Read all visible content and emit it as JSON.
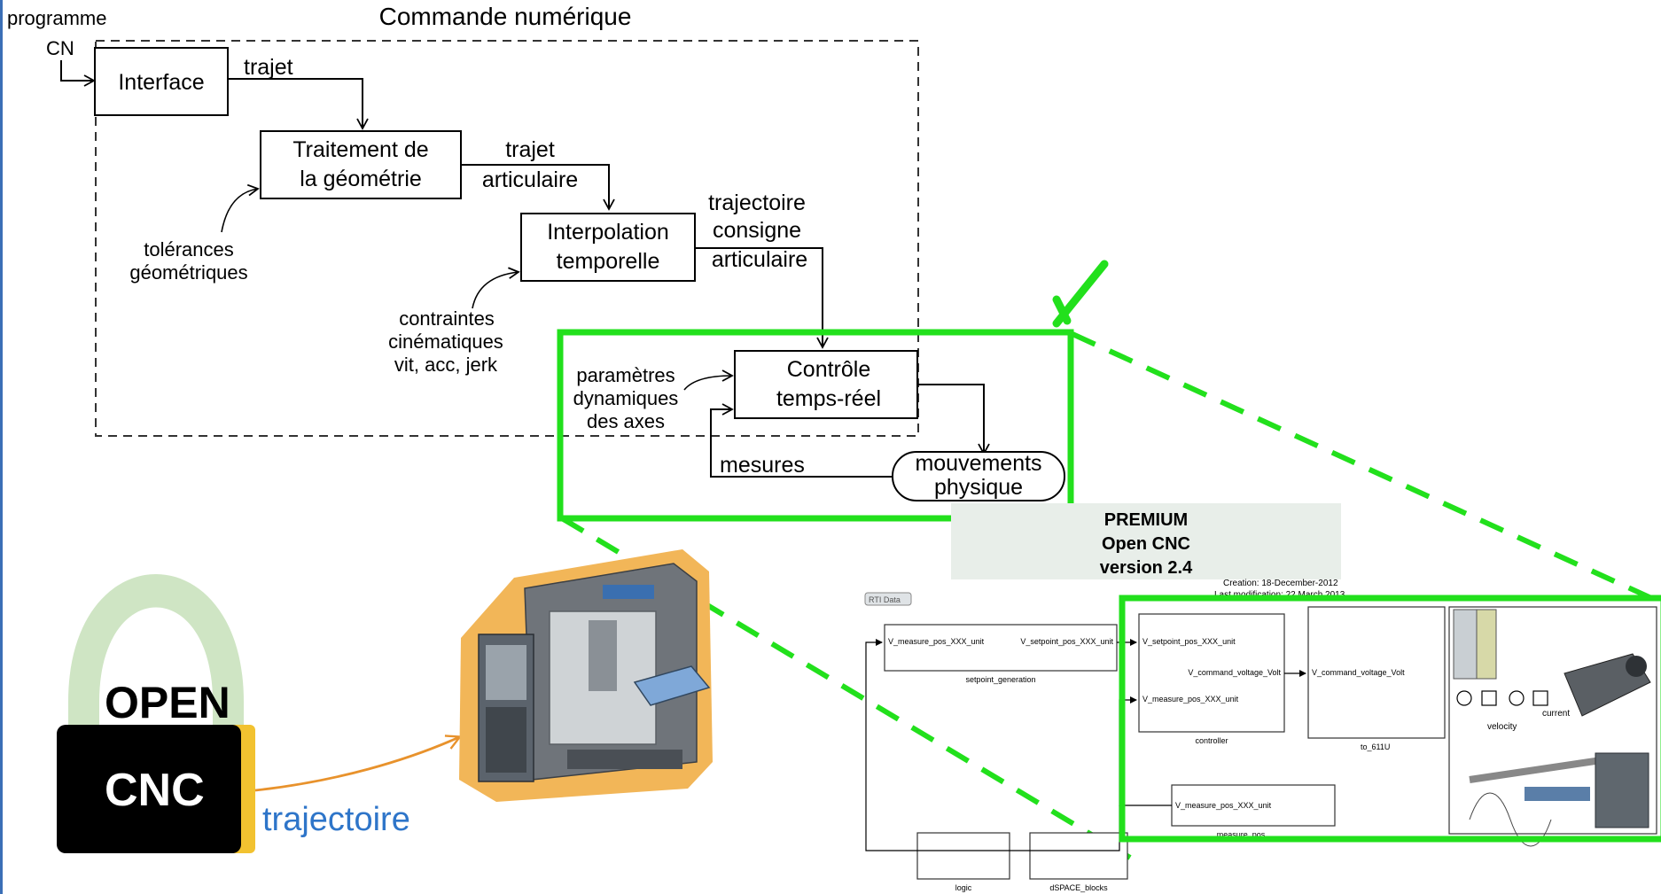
{
  "diagram": {
    "title": "Commande numérique",
    "input_label_line1": "programme",
    "input_label_line2": "CN",
    "blocks": {
      "interface": "Interface",
      "geometry_line1": "Traitement de",
      "geometry_line2": "la géométrie",
      "interp_line1": "Interpolation",
      "interp_line2": "temporelle",
      "control_line1": "Contrôle",
      "control_line2": "temps-réel",
      "motion_line1": "mouvements",
      "motion_line2": "physique"
    },
    "flows": {
      "trajet": "trajet",
      "trajet_art_line1": "trajet",
      "trajet_art_line2": "articulaire",
      "traj_cons_line1": "trajectoire",
      "traj_cons_line2": "consigne",
      "traj_cons_line3": "articulaire",
      "mesures": "mesures"
    },
    "inputs": {
      "tol_line1": "tolérances",
      "tol_line2": "géométriques",
      "kin_line1": "contraintes",
      "kin_line2": "cinématiques",
      "kin_line3": "vit, acc, jerk",
      "dyn_line1": "paramètres",
      "dyn_line2": "dynamiques",
      "dyn_line3": "des axes"
    }
  },
  "logo": {
    "word_top": "OPEN",
    "word_bottom": "CNC",
    "arrow_label": "trajectoire"
  },
  "simulink": {
    "header_line1": "PREMIUM",
    "header_line2": "Open CNC",
    "header_line3": "version 2.4",
    "creation": "Creation: 18-December-2012",
    "last_mod": "Last modification: 22 March 2013",
    "rti_tag": "RTI Data",
    "setpoint_in": "V_measure_pos_XXX_unit",
    "setpoint_out": "V_setpoint_pos_XXX_unit",
    "setpoint_name": "setpoint_generation",
    "ctrl_in1": "V_setpoint_pos_XXX_unit",
    "ctrl_out": "V_command_voltage_Volt",
    "ctrl_in2": "V_measure_pos_XXX_unit",
    "ctrl_name": "controller",
    "drive_in": "V_command_voltage_Volt",
    "drive_name": "to_611U",
    "meas_out": "V_measure_pos_XXX_unit",
    "meas_name": "measure_pos",
    "logic_name": "logic",
    "dspace_name": "dSPACE_blocks",
    "velocity": "velocity",
    "current": "current"
  },
  "colors": {
    "highlight": "#22e01c",
    "logo_arc": "#cfe5c4",
    "logo_body": "#000000",
    "logo_edge": "#f2c230",
    "arrow": "#e8922c",
    "arrow_text": "#2e75c9"
  }
}
